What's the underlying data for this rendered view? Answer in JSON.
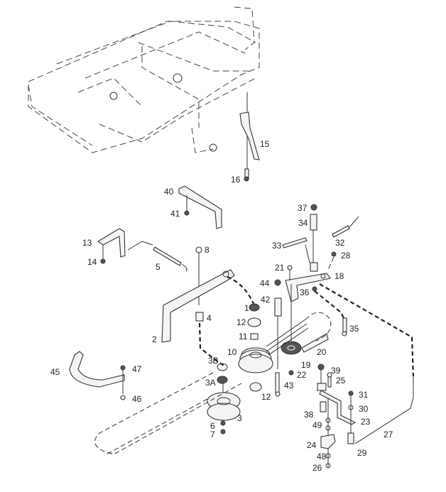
{
  "diagram": {
    "title": "Deck drive belt and pulley assembly exploded view",
    "labels": [
      {
        "id": "15",
        "text": "15"
      },
      {
        "id": "16",
        "text": "16"
      },
      {
        "id": "40",
        "text": "40"
      },
      {
        "id": "41",
        "text": "41"
      },
      {
        "id": "13",
        "text": "13"
      },
      {
        "id": "14",
        "text": "14"
      },
      {
        "id": "5",
        "text": "5"
      },
      {
        "id": "8",
        "text": "8"
      },
      {
        "id": "37",
        "text": "37"
      },
      {
        "id": "34",
        "text": "34"
      },
      {
        "id": "32",
        "text": "32"
      },
      {
        "id": "33",
        "text": "33"
      },
      {
        "id": "28",
        "text": "28"
      },
      {
        "id": "21",
        "text": "21"
      },
      {
        "id": "18",
        "text": "18"
      },
      {
        "id": "44",
        "text": "44"
      },
      {
        "id": "36",
        "text": "36"
      },
      {
        "id": "42",
        "text": "42"
      },
      {
        "id": "1",
        "text": "1"
      },
      {
        "id": "4",
        "text": "4"
      },
      {
        "id": "12a",
        "text": "12"
      },
      {
        "id": "11",
        "text": "11"
      },
      {
        "id": "2",
        "text": "2"
      },
      {
        "id": "35",
        "text": "35"
      },
      {
        "id": "10",
        "text": "10"
      },
      {
        "id": "20",
        "text": "20"
      },
      {
        "id": "19",
        "text": "19"
      },
      {
        "id": "3B",
        "text": "3B"
      },
      {
        "id": "22",
        "text": "22"
      },
      {
        "id": "39",
        "text": "39"
      },
      {
        "id": "45",
        "text": "45"
      },
      {
        "id": "47",
        "text": "47"
      },
      {
        "id": "3A",
        "text": "3A"
      },
      {
        "id": "43",
        "text": "43"
      },
      {
        "id": "25",
        "text": "25"
      },
      {
        "id": "12b",
        "text": "12"
      },
      {
        "id": "31",
        "text": "31"
      },
      {
        "id": "46",
        "text": "46"
      },
      {
        "id": "30",
        "text": "30"
      },
      {
        "id": "38",
        "text": "38"
      },
      {
        "id": "3",
        "text": "3"
      },
      {
        "id": "23",
        "text": "23"
      },
      {
        "id": "49",
        "text": "49"
      },
      {
        "id": "27",
        "text": "27"
      },
      {
        "id": "6",
        "text": "6"
      },
      {
        "id": "7",
        "text": "7"
      },
      {
        "id": "24",
        "text": "24"
      },
      {
        "id": "29",
        "text": "29"
      },
      {
        "id": "48",
        "text": "48"
      },
      {
        "id": "26",
        "text": "26"
      }
    ]
  }
}
